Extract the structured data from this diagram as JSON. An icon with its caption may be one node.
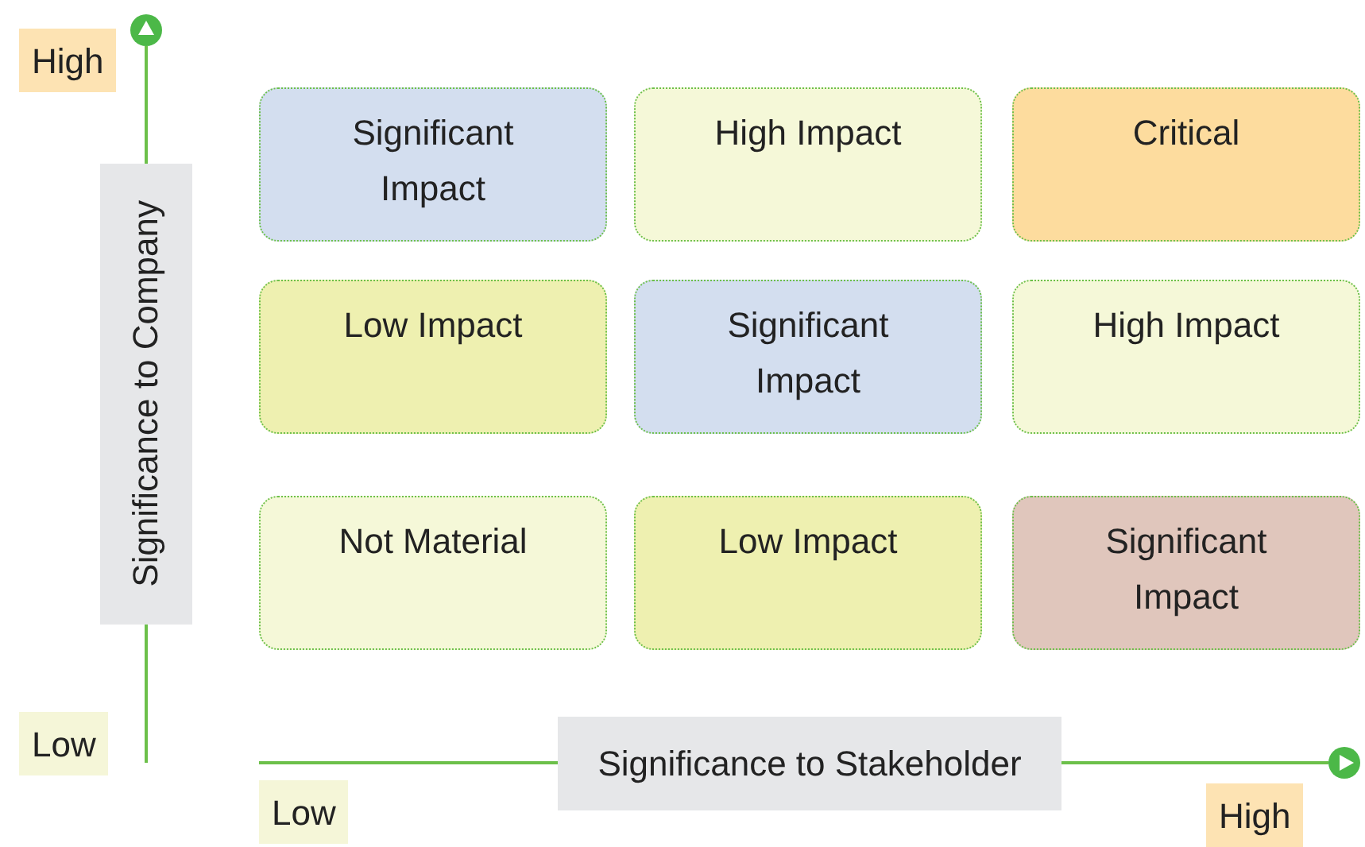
{
  "diagram": {
    "nodes": [
      {
        "text": [
          "Significant Impact"
        ]
      },
      {
        "text": [
          "High Impact"
        ]
      },
      {
        "text": [
          "Critical"
        ]
      },
      {
        "text": [
          "Low Impact"
        ]
      },
      {
        "text": [
          "Significant Impact"
        ]
      },
      {
        "text": [
          "High Impact"
        ]
      },
      {
        "text": [
          "Not Material"
        ]
      },
      {
        "text": [
          "Low Impact"
        ]
      },
      {
        "text": [
          "Significant Impact"
        ]
      }
    ],
    "edges": [],
    "labels": [
      "High",
      "Significance to Company",
      "Low",
      "Significance to Stakeholder",
      "Low",
      "High"
    ]
  }
}
